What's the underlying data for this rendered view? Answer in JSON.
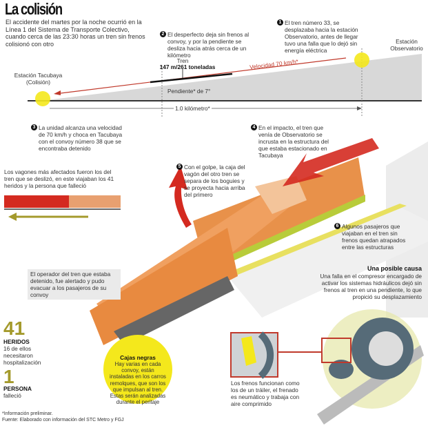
{
  "title": "La colisión",
  "intro": "El accidente del martes por la noche ocurrió en la Línea 1 del Sistema de Transporte Colectivo, cuando cerca de las 23:30 horas un tren sin frenos colisionó con otro",
  "steps": [
    {
      "n": "1",
      "text": "El tren número 33, se desplazaba hacia la estación Observatorio, antes de llegar tuvo una falla que lo dejó sin energía eléctrica"
    },
    {
      "n": "2",
      "text": "El desperfecto deja sin frenos al convoy, y por la pendiente se desliza hacia atrás cerca de un kilómetro"
    },
    {
      "n": "3",
      "text": "La unidad alcanza una velocidad de 70 km/h y choca en Tacubaya con el convoy número 38 que se encontraba detenido"
    },
    {
      "n": "4",
      "text": "En el impacto, el tren que venía de Observatorio se incrusta en la estructura del que estaba estacionado en Tacubaya"
    },
    {
      "n": "5",
      "text": "Con el golpe, la caja del vagón del otro tren se separa de los boguies y se proyecta hacia arriba del primero"
    },
    {
      "n": "6",
      "text": "Algunos pasajeros que viajaban en el tren sin frenos quedan atrapados entre las estructuras"
    }
  ],
  "diagram": {
    "station_left": "Estación Tacubaya",
    "station_left_note": "(Colisión)",
    "station_right": "Estación Observatorio",
    "train_label": "Tren",
    "train_specs": "147 m/261 toneladas",
    "speed": "Velocidad 70 km/h*",
    "slope": "Pendiente* de 7°",
    "distance": "1.0 kilómetro*"
  },
  "wagons_note": "Los vagones más afectados fueron los del tren que se deslizó, en este viajaban los 41 heridos y la persona que falleció",
  "operator_note": "El operador del tren que estaba detenido, fue alertado y pudo evacuar a los pasajeros de su convoy",
  "stats": [
    {
      "value": "41",
      "label": "HERIDOS",
      "detail": "16 de ellos necesitaron hospitalización"
    },
    {
      "value": "1",
      "label": "PERSONA",
      "detail": "falleció"
    }
  ],
  "black_boxes": {
    "title": "Cajas negras",
    "text": "Hay varias en cada convoy, están instaladas en los carros remolques, que son los que impulsan al tren. Estas serán analizadas durante el peritaje"
  },
  "cause": {
    "title": "Una posible causa",
    "text": "Una falla en el compresor encargado de activar los sistemas hidráulicos dejó sin frenos al tren en una pendiente, lo que propició su desplazamiento"
  },
  "brakes_note": "Los frenos funcionan como los de un tráiler, el frenado es neumático y trabaja con aire comprimido",
  "footnote": "*Información preliminar.",
  "source": "Fuente: Elaborado con información del STC Metro y FGJ",
  "colors": {
    "accent": "#d42a20",
    "yellow": "#f4e81c",
    "train": "#e8914a",
    "olive": "#a49a2c"
  }
}
